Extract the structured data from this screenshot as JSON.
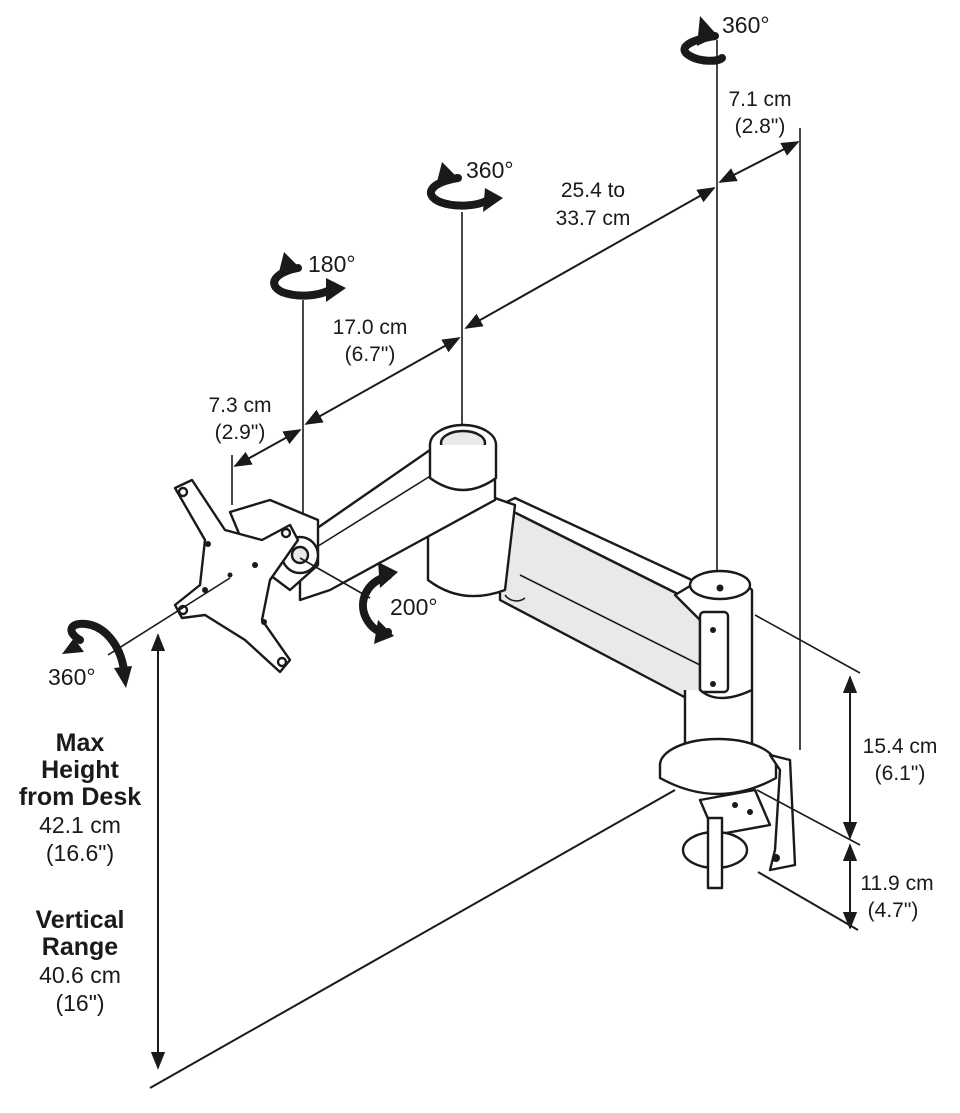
{
  "rotations": {
    "column_top": "360°",
    "arm_joint": "360°",
    "head_pivot": "180°",
    "tilt": "200°",
    "plate_rotation": "360°"
  },
  "dimensions": {
    "column_offset": {
      "metric": "7.1 cm",
      "imperial": "(2.8\")"
    },
    "rear_arm": {
      "line1": "25.4 to",
      "line2": "33.7 cm"
    },
    "front_arm": {
      "metric": "17.0 cm",
      "imperial": "(6.7\")"
    },
    "head_offset": {
      "metric": "7.3 cm",
      "imperial": "(2.9\")"
    },
    "column_height": {
      "metric": "15.4 cm",
      "imperial": "(6.1\")"
    },
    "clamp_depth": {
      "metric": "11.9 cm",
      "imperial": "(4.7\")"
    }
  },
  "max_height": {
    "title_line1": "Max",
    "title_line2": "Height",
    "title_line3": "from Desk",
    "metric": "42.1 cm",
    "imperial": "(16.6\")"
  },
  "vertical_range": {
    "title_line1": "Vertical",
    "title_line2": "Range",
    "metric": "40.6 cm",
    "imperial": "(16\")"
  }
}
